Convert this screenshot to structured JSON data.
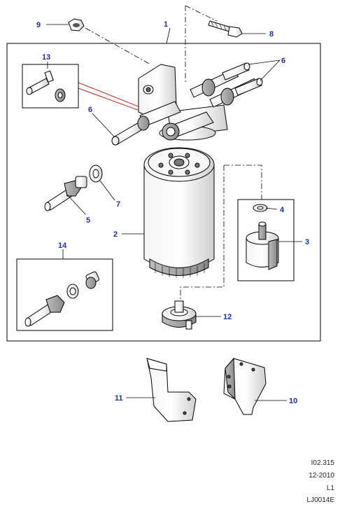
{
  "callouts": {
    "c1": "1",
    "c2": "2",
    "c3": "3",
    "c4": "4",
    "c5": "5",
    "c6a": "6",
    "c6b": "6",
    "c7": "7",
    "c8": "8",
    "c9": "9",
    "c10": "10",
    "c11": "11",
    "c12": "12",
    "c13": "13",
    "c14": "14"
  },
  "reference": {
    "code": "I02.315",
    "date": "12-2010",
    "level": "L1",
    "drawing": "LJ0014E"
  },
  "colors": {
    "callout": "#1a2fb0",
    "line": "#000000",
    "highlight": "#cc0000"
  }
}
